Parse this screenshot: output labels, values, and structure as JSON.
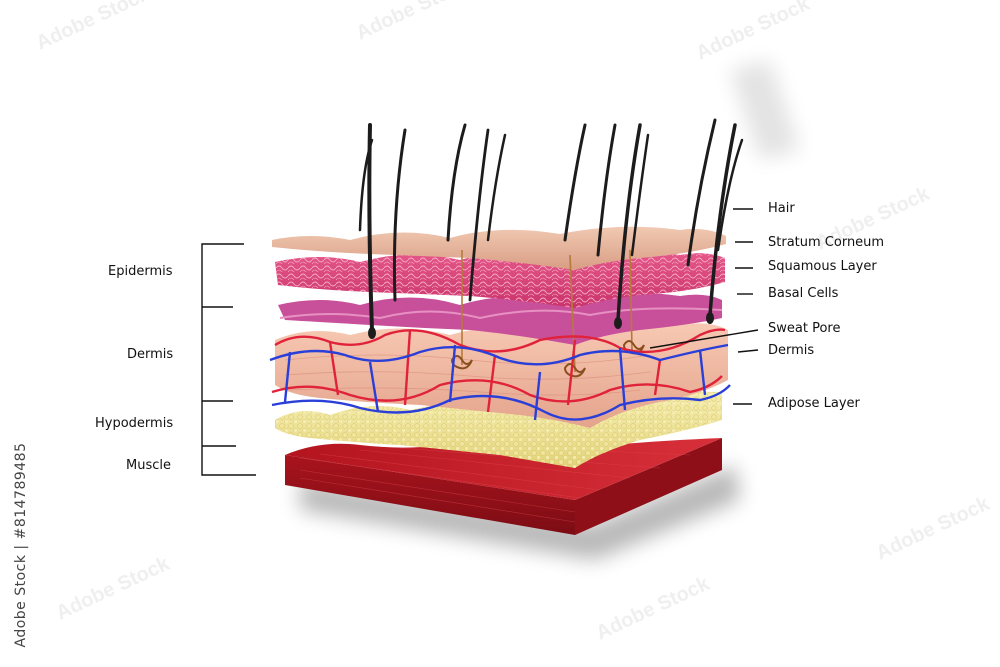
{
  "labels_left": [
    {
      "text": "Epidermis"
    },
    {
      "text": "Dermis"
    },
    {
      "text": "Hypodermis"
    },
    {
      "text": "Muscle"
    }
  ],
  "labels_right": [
    {
      "text": "Hair"
    },
    {
      "text": "Stratum Corneum"
    },
    {
      "text": "Squamous Layer"
    },
    {
      "text": "Basal Cells"
    },
    {
      "text": "Sweat Pore"
    },
    {
      "text": "Dermis"
    },
    {
      "text": "Adipose Layer"
    }
  ],
  "watermark": "Adobe Stock",
  "stock_id": "Adobe Stock | #814789485",
  "colors": {
    "corneum": "#e8b89c",
    "squamous": "#d9457a",
    "basal": "#c24d93",
    "dermis": "#f2b7a0",
    "artery": "#e0223a",
    "vein": "#2a3fd8",
    "adipose": "#efe59a",
    "muscle": "#c11a24",
    "hair": "#1c1c1c"
  }
}
